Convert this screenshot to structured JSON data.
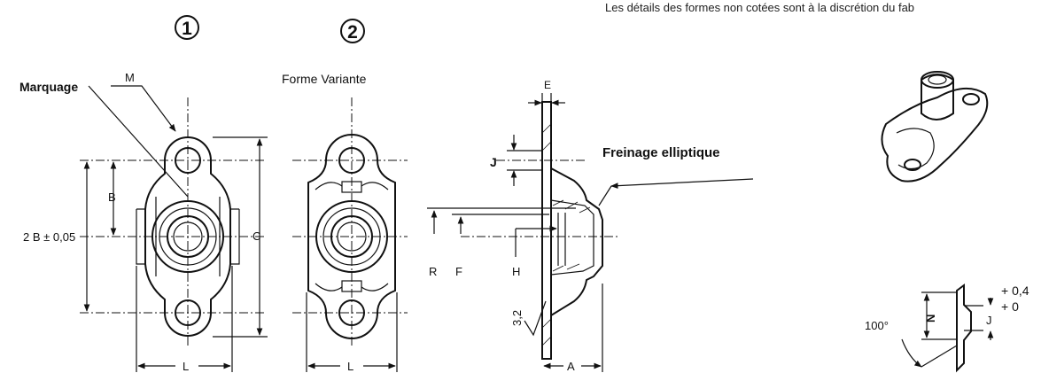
{
  "header": {
    "note": "Les détails des formes non cotées sont à la discrétion du fab"
  },
  "views": {
    "view1": {
      "number": "1"
    },
    "view2": {
      "number": "2",
      "caption": "Forme Variante"
    }
  },
  "labels": {
    "marquage": "Marquage",
    "M": "M",
    "B": "B",
    "two_b": "2 B ± 0,05",
    "C": "C",
    "L": "L",
    "E": "E",
    "J": "J",
    "freinage": "Freinage elliptique",
    "R": "R",
    "F": "F",
    "H": "H",
    "A": "A",
    "roughness": "3,2",
    "N": "N",
    "angle": "100°",
    "tol_plus": "+ 0,4",
    "tol_zero": "+ 0"
  }
}
